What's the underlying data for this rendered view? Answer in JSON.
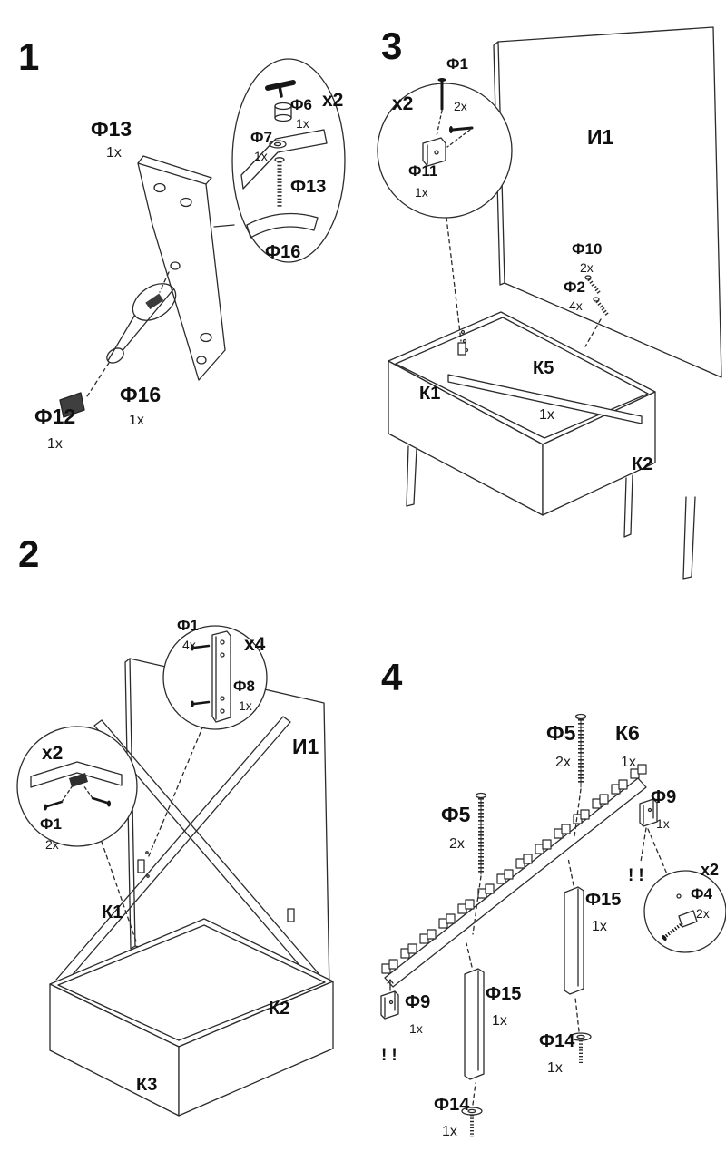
{
  "step1": {
    "number": "1",
    "f13": {
      "name": "Ф13",
      "qty": "1x"
    },
    "f16": {
      "name": "Ф16",
      "qty": "1x"
    },
    "f12": {
      "name": "Ф12",
      "qty": "1x"
    },
    "detail": {
      "multiplier": "x2",
      "f6": {
        "name": "Ф6",
        "qty": "1x"
      },
      "f7": {
        "name": "Ф7",
        "qty": "1x"
      },
      "f13": {
        "name": "Ф13"
      },
      "f16": {
        "name": "Ф16"
      }
    }
  },
  "step2": {
    "number": "2",
    "i1": {
      "name": "И1"
    },
    "k1": {
      "name": "К1"
    },
    "k2": {
      "name": "К2"
    },
    "k3": {
      "name": "К3"
    },
    "detail_x4": {
      "multiplier": "x4",
      "f1": {
        "name": "Ф1",
        "qty": "4x"
      },
      "f8": {
        "name": "Ф8",
        "qty": "1x"
      }
    },
    "detail_x2": {
      "multiplier": "x2",
      "f1": {
        "name": "Ф1",
        "qty": "2x"
      }
    }
  },
  "step3": {
    "number": "3",
    "i1": {
      "name": "И1"
    },
    "k1": {
      "name": "К1"
    },
    "k2": {
      "name": "К2"
    },
    "k5": {
      "name": "К5",
      "qty": "1x"
    },
    "f10": {
      "name": "Ф10",
      "qty": "2x"
    },
    "f2": {
      "name": "Ф2",
      "qty": "4x"
    },
    "detail": {
      "multiplier": "x2",
      "f1": {
        "name": "Ф1",
        "qty": "2x"
      },
      "f11": {
        "name": "Ф11",
        "qty": "1x"
      }
    }
  },
  "step4": {
    "number": "4",
    "k6": {
      "name": "К6",
      "qty": "1x"
    },
    "f5_right": {
      "name": "Ф5",
      "qty": "2x"
    },
    "f5_left": {
      "name": "Ф5",
      "qty": "2x"
    },
    "f9_right": {
      "name": "Ф9",
      "qty": "1x"
    },
    "f9_left": {
      "name": "Ф9",
      "qty": "1x"
    },
    "f15_right": {
      "name": "Ф15",
      "qty": "1x"
    },
    "f15_left": {
      "name": "Ф15",
      "qty": "1x"
    },
    "f14_right": {
      "name": "Ф14",
      "qty": "1x"
    },
    "f14_left": {
      "name": "Ф14",
      "qty": "1x"
    },
    "warning_right": "!!",
    "warning_left": "!!",
    "detail": {
      "multiplier": "x2",
      "f4": {
        "name": "Ф4",
        "qty": "2x"
      }
    }
  }
}
